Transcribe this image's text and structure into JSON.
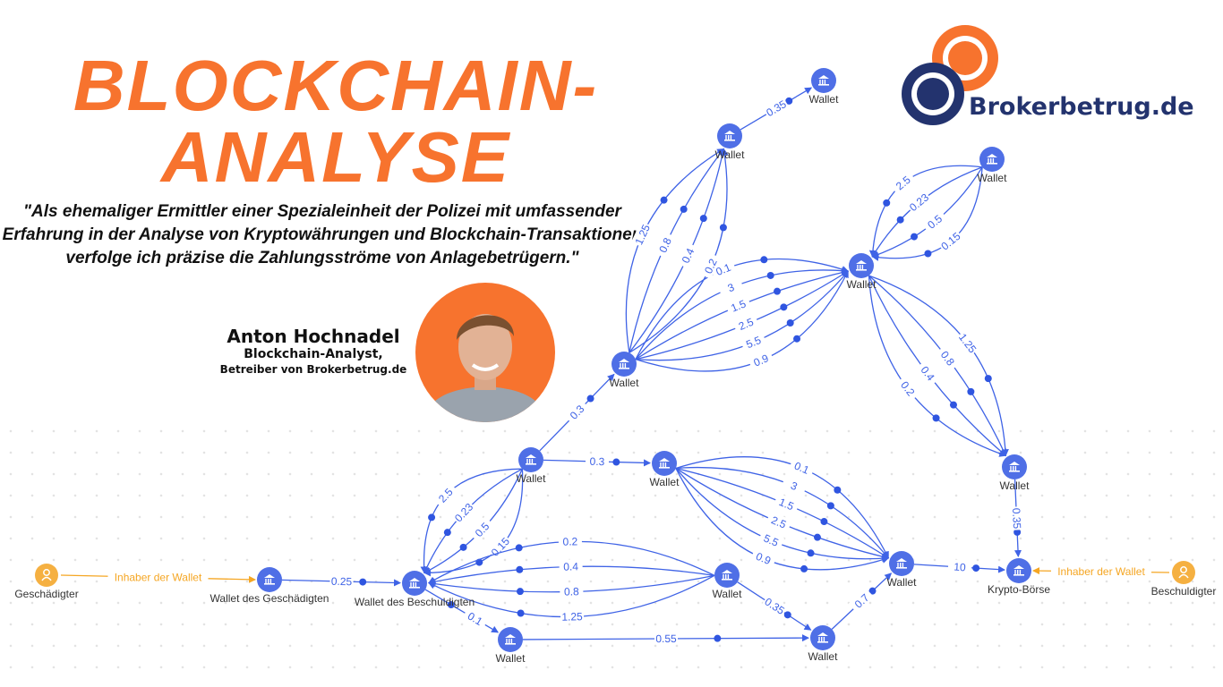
{
  "title": {
    "line1": "BLOCKCHAIN-",
    "line2": "ANALYSE"
  },
  "quote": "\"Als ehemaliger Ermittler einer Spezialeinheit der Polizei mit umfassender Erfahrung in der Analyse von Kryptowährungen und Blockchain-Transaktionen verfolge ich präzise die Zahlungsströme von Anlagebetrügern.\"",
  "person": {
    "name": "Anton Hochnadel",
    "role": "Blockchain-Analyst,",
    "company": "Betreiber von Brokerbetrug.de"
  },
  "logo": {
    "text": "Brokerbetrug.de"
  },
  "colors": {
    "orange": "#f7732e",
    "navy": "#23336e",
    "node_blue": "#4f6fe6",
    "edge_blue": "#3f63e6",
    "person_orange": "#f5b041"
  },
  "diagram": {
    "nodes": [
      {
        "id": "p1",
        "label": "Geschädigter",
        "type": "person"
      },
      {
        "id": "p2",
        "label": "Beschuldigter",
        "type": "person"
      },
      {
        "id": "n1",
        "label": "Wallet",
        "type": "wallet"
      },
      {
        "id": "n2",
        "label": "Wallet",
        "type": "wallet"
      },
      {
        "id": "n3",
        "label": "Wallet",
        "type": "wallet"
      },
      {
        "id": "n4",
        "label": "Wallet",
        "type": "wallet"
      },
      {
        "id": "n5",
        "label": "Wallet",
        "type": "wallet"
      },
      {
        "id": "n6",
        "label": "Wallet",
        "type": "wallet"
      },
      {
        "id": "n7",
        "label": "Wallet",
        "type": "wallet"
      },
      {
        "id": "n8",
        "label": "Wallet",
        "type": "wallet"
      },
      {
        "id": "n9",
        "label": "Wallet",
        "type": "wallet"
      },
      {
        "id": "n10",
        "label": "Krypto-Börse",
        "type": "exchange"
      },
      {
        "id": "n11",
        "label": "Wallet",
        "type": "wallet"
      },
      {
        "id": "n12",
        "label": "Wallet des Beschuldigten",
        "type": "wallet"
      },
      {
        "id": "n13",
        "label": "Wallet des Geschädigten",
        "type": "wallet"
      },
      {
        "id": "n14",
        "label": "Wallet",
        "type": "wallet"
      },
      {
        "id": "n15",
        "label": "Wallet",
        "type": "wallet"
      }
    ],
    "owner_links": [
      {
        "from": "p1",
        "to": "n13",
        "label": "Inhaber der Wallet"
      },
      {
        "from": "p2",
        "to": "n10",
        "label": "Inhaber der Wallet"
      }
    ],
    "edges": [
      {
        "from": "n13",
        "to": "n12",
        "amounts": [
          "0.25"
        ]
      },
      {
        "from": "n7",
        "to": "n12",
        "amounts": [
          "0.15",
          "0.5",
          "0.23",
          "2.5"
        ]
      },
      {
        "from": "n7",
        "to": "n5",
        "amounts": [
          "0.3"
        ]
      },
      {
        "from": "n7",
        "to": "n8",
        "amounts": [
          "0.3"
        ]
      },
      {
        "from": "n8",
        "to": "n9",
        "amounts": [
          "0.1",
          "3",
          "1.5",
          "2.5",
          "5.5",
          "0.9"
        ]
      },
      {
        "from": "n5",
        "to": "n4",
        "amounts": [
          "0.1",
          "3",
          "1.5",
          "2.5",
          "5.5",
          "0.9"
        ]
      },
      {
        "from": "n5",
        "to": "n2",
        "amounts": [
          "1.25",
          "0.8",
          "0.4",
          "0.2"
        ]
      },
      {
        "from": "n2",
        "to": "n1",
        "amounts": [
          "0.35"
        ]
      },
      {
        "from": "n3",
        "to": "n4",
        "amounts": [
          "0.15",
          "0.5",
          "0.23",
          "2.5"
        ]
      },
      {
        "from": "n4",
        "to": "n6",
        "amounts": [
          "1.25",
          "0.8",
          "0.4",
          "0.2"
        ]
      },
      {
        "from": "n6",
        "to": "n10",
        "amounts": [
          "0.35"
        ]
      },
      {
        "from": "n11",
        "to": "n12",
        "amounts": [
          "1.25",
          "0.8",
          "0.4",
          "0.2"
        ]
      },
      {
        "from": "n12",
        "to": "n14",
        "amounts": [
          "0.1"
        ]
      },
      {
        "from": "n14",
        "to": "n15",
        "amounts": [
          "0.55"
        ]
      },
      {
        "from": "n11",
        "to": "n15",
        "amounts": [
          "0.35"
        ]
      },
      {
        "from": "n15",
        "to": "n9",
        "amounts": [
          "0.7"
        ]
      },
      {
        "from": "n9",
        "to": "n10",
        "amounts": [
          "10"
        ]
      }
    ]
  }
}
